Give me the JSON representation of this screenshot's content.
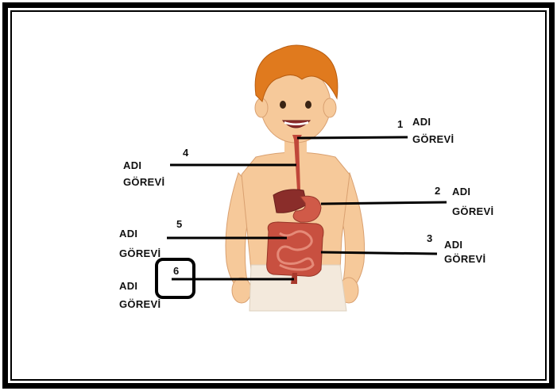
{
  "labels": [
    {
      "number": "1",
      "name": "ADI",
      "function": "GÖREVİ"
    },
    {
      "number": "2",
      "name": "ADI",
      "function": "GÖREVİ"
    },
    {
      "number": "3",
      "name": "ADI",
      "function": "GÖREVİ"
    },
    {
      "number": "4",
      "name": "ADI",
      "function": "GÖREVİ"
    },
    {
      "number": "5",
      "name": "ADI",
      "function": "GÖREVİ"
    },
    {
      "number": "6",
      "name": "ADI",
      "function": "GÖREVİ"
    }
  ],
  "colors": {
    "skin": "#f6c99a",
    "hair": "#e07a1e",
    "organ": "#c0473a",
    "intestine": "#d9654f",
    "shorts": "#f3e9dc",
    "frame": "#000000"
  }
}
